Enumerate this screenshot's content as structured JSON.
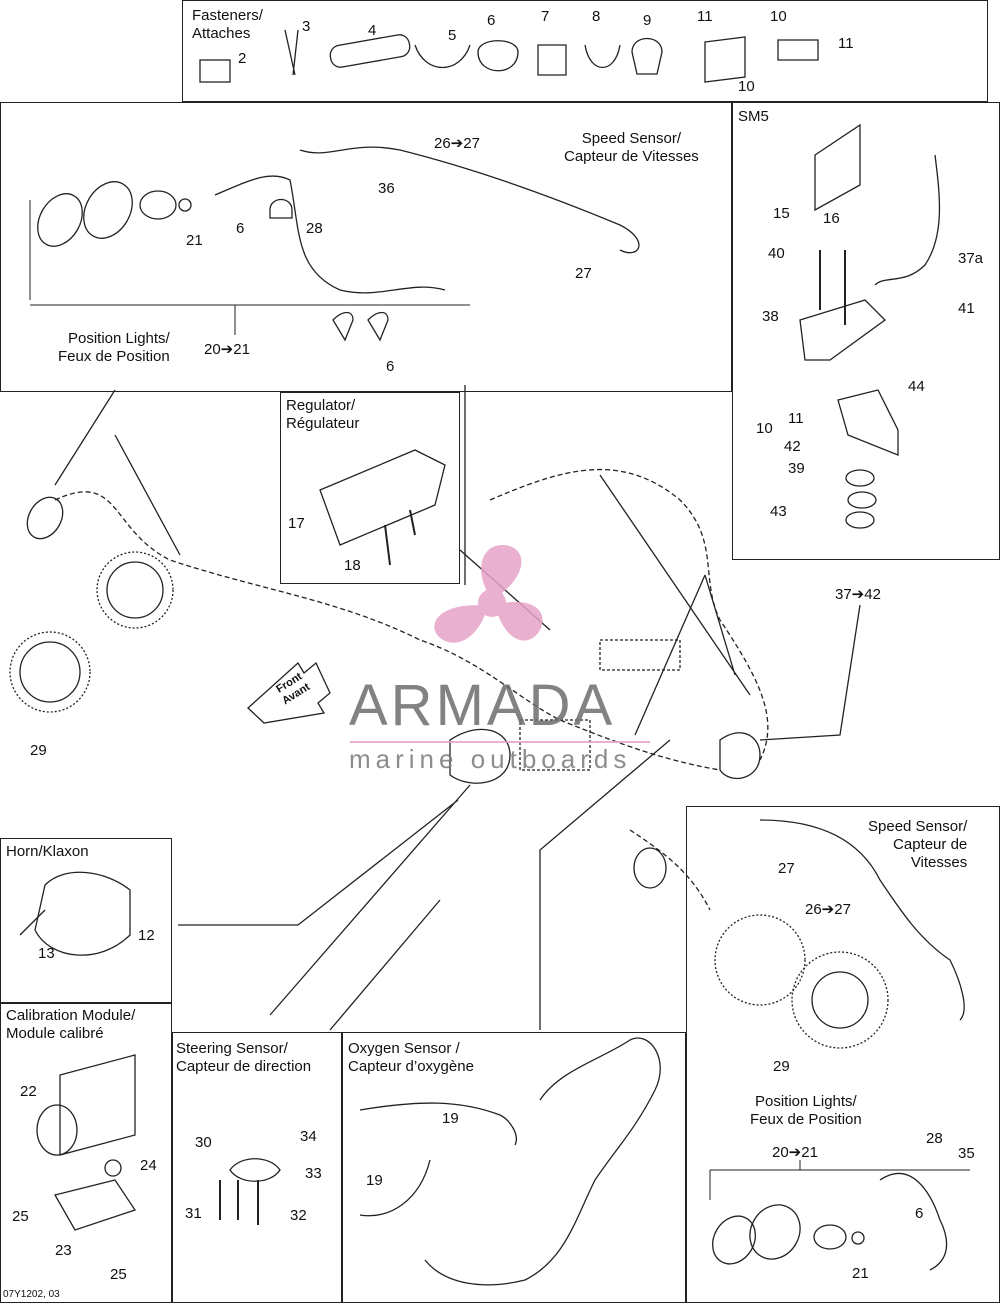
{
  "diagram_code": "07Y1202, 03",
  "watermark": {
    "brand": "ARMADA",
    "tagline": "marine outboards",
    "color": "#e7a3c8"
  },
  "front_label": [
    "Front",
    "Avant"
  ],
  "groups": {
    "fasteners": {
      "title": "Fasteners/\nAttaches",
      "labels": [
        "2",
        "3",
        "4",
        "5",
        "6",
        "7",
        "8",
        "9",
        "11",
        "10",
        "10",
        "11"
      ]
    },
    "front_speed_sensor": {
      "title": "Speed Sensor/\nCapteur de Vitesses",
      "position_lights": "Position Lights/\nFeux de Position",
      "range_pos": "20➔21",
      "range_speed": "26➔27",
      "labels": [
        "36",
        "28",
        "27",
        "21",
        "6",
        "6"
      ]
    },
    "sm5": {
      "title": "SM5",
      "range": "37➔42",
      "labels": [
        "15",
        "16",
        "37a",
        "40",
        "41",
        "38",
        "44",
        "11",
        "10",
        "42",
        "39",
        "43"
      ]
    },
    "regulator": {
      "title": "Regulator/\nRégulateur",
      "labels": [
        "17",
        "18"
      ]
    },
    "horn": {
      "title": "Horn/Klaxon",
      "labels": [
        "12",
        "13"
      ]
    },
    "calibration": {
      "title": "Calibration Module/\nModule calibré",
      "labels": [
        "22",
        "24",
        "25",
        "23",
        "25"
      ]
    },
    "steering": {
      "title": "Steering Sensor/\nCapteur de direction",
      "labels": [
        "30",
        "34",
        "33",
        "31",
        "32"
      ]
    },
    "oxygen": {
      "title": "Oxygen Sensor /\nCapteur d’oxygène",
      "labels": [
        "19",
        "19"
      ]
    },
    "rear_speed_sensor": {
      "title": "Speed Sensor/\nCapteur de\nVitesses",
      "position_lights": "Position Lights/\nFeux de Position",
      "range_pos": "20➔21",
      "range_speed": "26➔27",
      "labels": [
        "27",
        "29",
        "28",
        "35",
        "6",
        "21"
      ]
    },
    "left_disc": {
      "label": "29"
    }
  }
}
